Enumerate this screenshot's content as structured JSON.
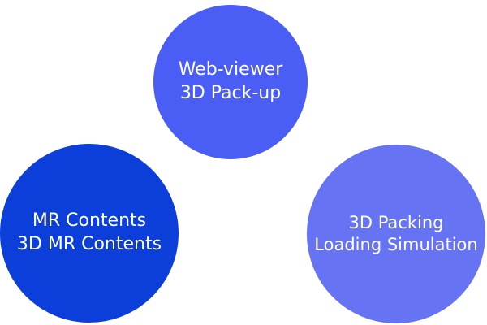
{
  "nodes": [
    {
      "id": "web-viewer",
      "lines": [
        "Web-viewer",
        "3D Pack-up"
      ],
      "color": "#4a5ef5"
    },
    {
      "id": "mr-contents",
      "lines": [
        "MR Contents",
        "3D MR Contents"
      ],
      "color": "#0c3fd9"
    },
    {
      "id": "3d-packing",
      "lines": [
        "3D Packing",
        "Loading Simulation"
      ],
      "color": "#6674f4"
    }
  ]
}
